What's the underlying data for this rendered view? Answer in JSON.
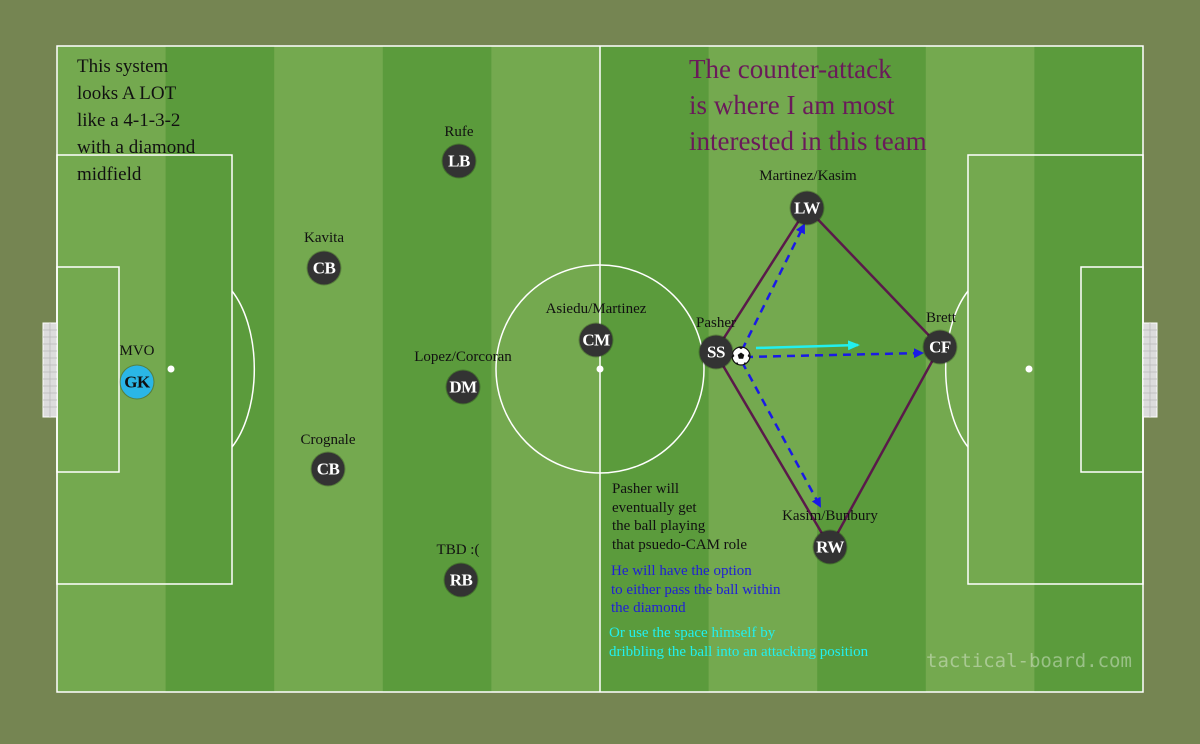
{
  "notes": {
    "system": [
      "This system",
      "looks A LOT",
      "like a 4-1-3-2",
      "with a diamond",
      "midfield"
    ],
    "counter": [
      "The counter-attack",
      "is where I am most",
      "interested in this team"
    ],
    "pasher": [
      "Pasher will",
      "eventually get",
      "the ball playing",
      "that psuedo-CAM role"
    ],
    "option": [
      "He will have the option",
      "to either pass the ball within",
      "the diamond"
    ],
    "dribble": [
      "Or use the space himself by",
      "dribbling the ball into an attacking position"
    ]
  },
  "watermark": "tactical-board.com",
  "players": [
    {
      "id": "gk",
      "label": "GK",
      "name": "MVO",
      "keeper": true
    },
    {
      "id": "cb-top",
      "label": "CB",
      "name": "Kavita"
    },
    {
      "id": "cb-bottom",
      "label": "CB",
      "name": "Crognale"
    },
    {
      "id": "lb",
      "label": "LB",
      "name": "Rufe"
    },
    {
      "id": "dm",
      "label": "DM",
      "name": "Lopez/Corcoran"
    },
    {
      "id": "rb",
      "label": "RB",
      "name": "TBD :("
    },
    {
      "id": "cm",
      "label": "CM",
      "name": "Asiedu/Martinez"
    },
    {
      "id": "ss",
      "label": "SS",
      "name": "Pasher"
    },
    {
      "id": "lw",
      "label": "LW",
      "name": "Martinez/Kasim"
    },
    {
      "id": "cf",
      "label": "CF",
      "name": "Brett"
    },
    {
      "id": "rw",
      "label": "RW",
      "name": "Kasim/Bunbury"
    }
  ],
  "colors": {
    "stripe_light": "#74a94f",
    "stripe_dark": "#5b9b3c",
    "border": "#758552",
    "chip": "#333333",
    "keeper": "#2ab6e6",
    "diamond": "#5a1a4a",
    "pass_arrows": "#1a1ae6",
    "dribble_arrow": "#22f0ee",
    "counter_text": "#6a1a5a"
  },
  "icons": [
    "ball-icon",
    "pass-arrow-icon",
    "dribble-arrow-icon"
  ]
}
